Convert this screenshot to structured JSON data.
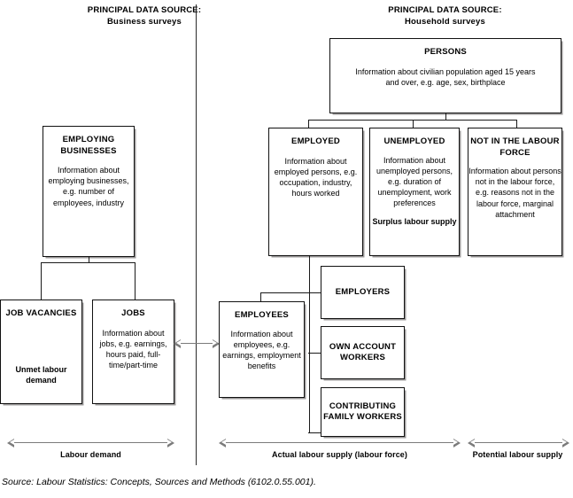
{
  "headers": {
    "left": {
      "line1": "PRINCIPAL DATA SOURCE:",
      "line2": "Business surveys"
    },
    "right": {
      "line1": "PRINCIPAL DATA SOURCE:",
      "line2": "Household surveys"
    }
  },
  "boxes": {
    "persons": {
      "title": "PERSONS",
      "body": "Information about civilian population aged 15 years and over, e.g. age, sex, birthplace"
    },
    "employing_businesses": {
      "title": "EMPLOYING BUSINESSES",
      "body": "Information about employing businesses, e.g. number of employees, industry"
    },
    "employed": {
      "title": "EMPLOYED",
      "body": "Information about employed persons, e.g. occupation, industry, hours worked"
    },
    "unemployed": {
      "title": "UNEMPLOYED",
      "body": "Information about unemployed persons, e.g. duration of unemployment, work preferences",
      "sub": "Surplus labour supply"
    },
    "not_in_labour_force": {
      "title": "NOT IN THE LABOUR FORCE",
      "body": "Information about persons not in the labour force, e.g. reasons not in the labour force, marginal attachment"
    },
    "job_vacancies": {
      "title": "JOB VACANCIES",
      "sub": "Unmet labour demand"
    },
    "jobs": {
      "title": "JOBS",
      "body": "Information about jobs, e.g. earnings, hours paid, full-time/part-time"
    },
    "employees": {
      "title": "EMPLOYEES",
      "body": "Information about employees, e.g. earnings, employment benefits"
    },
    "employers": {
      "title": "EMPLOYERS"
    },
    "own_account_workers": {
      "title": "OWN ACCOUNT WORKERS"
    },
    "contributing_family_workers": {
      "title": "CONTRIBUTING FAMILY WORKERS"
    }
  },
  "arrows": {
    "labour_demand": "Labour demand",
    "actual_labour_supply": "Actual labour supply (labour force)",
    "potential_labour_supply": "Potential labour supply"
  },
  "source": "Source: Labour Statistics: Concepts, Sources and Methods (6102.0.55.001).",
  "colors": {
    "line": "#1a1a1a",
    "box_border": "#111111",
    "shadow": "#969494",
    "arrow": "#7b7b7b",
    "background": "#ffffff"
  }
}
